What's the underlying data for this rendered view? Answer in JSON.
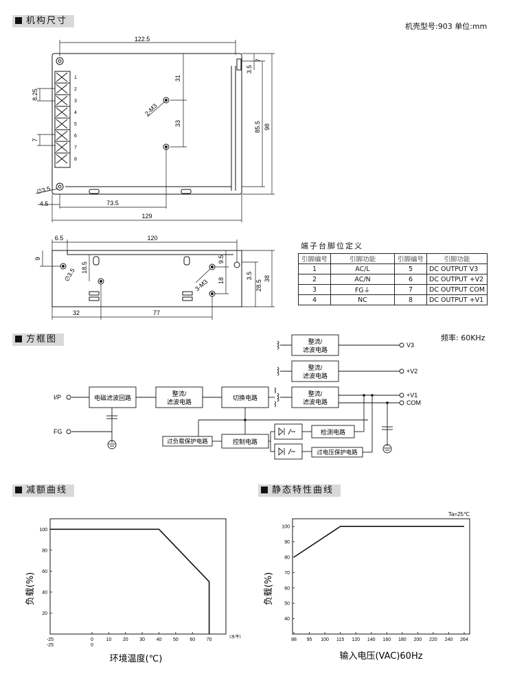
{
  "sections": {
    "mechanical": "机构尺寸",
    "block_diagram": "方框图",
    "derating": "减额曲线",
    "static": "静态特性曲线"
  },
  "model_info": "机壳型号:903 单位:mm",
  "frequency": "频率: 60KHz",
  "dimensions": {
    "top": {
      "d122_5": "122.5",
      "d31": "31",
      "d33": "33",
      "d2m3": "2-M3",
      "d85_5": "85.5",
      "d98": "98",
      "d7a": "7",
      "d3_5a": "3.5",
      "d8_25": "8.25",
      "d7b": "7",
      "d3_5b": "∅3.5",
      "d4_5": "4.5",
      "d73_5": "73.5",
      "d129": "129",
      "terms": [
        "1",
        "2",
        "3",
        "4",
        "5",
        "6",
        "7",
        "8"
      ]
    },
    "side": {
      "d6_5": "6.5",
      "d120": "120",
      "d9": "9",
      "d18_5": "18.5",
      "d3_5": "∅3.5",
      "d9_5": "9.5",
      "d18": "18",
      "d3m3": "3-M3",
      "d3_5r": "3.5",
      "d28_5": "28.5",
      "d38": "38",
      "d32": "32",
      "d77": "77"
    }
  },
  "pin_table": {
    "title": "端子台脚位定义",
    "headers": [
      "引脚编号",
      "引脚功能",
      "引脚编号",
      "引脚功能"
    ],
    "rows": [
      [
        "1",
        "AC/L",
        "5",
        "DC OUTPUT V3"
      ],
      [
        "2",
        "AC/N",
        "6",
        "DC OUTPUT +V2"
      ],
      [
        "3",
        "FG⏚",
        "7",
        "DC OUTPUT COM"
      ],
      [
        "4",
        "NC",
        "8",
        "DC OUTPUT +V1"
      ]
    ]
  },
  "block": {
    "ip": "I/P",
    "fg": "FG",
    "emi": "电磁滤波回路",
    "rect1": [
      "整流/",
      "滤波电路"
    ],
    "switch": "切换电路",
    "rect_v3": [
      "整流/",
      "滤波电路"
    ],
    "rect_v2": [
      "整流/",
      "滤波电路"
    ],
    "rect_v1": [
      "整流/",
      "滤波电路"
    ],
    "out_v3": "V3",
    "out_v2": "+V2",
    "out_v1": "+V1",
    "out_com": "COM",
    "overload": "过负载保护电路",
    "control": "控制电路",
    "detect": "检测电路",
    "ovp": "过电压保护电路"
  },
  "chart_data": [
    {
      "type": "line",
      "x": [
        -25,
        40,
        70,
        70
      ],
      "y": [
        100,
        100,
        50,
        0
      ],
      "xticks": [
        "-25",
        "0",
        "10",
        "20",
        "30",
        "40",
        "50",
        "60",
        "70"
      ],
      "xticks2": [
        "-25",
        "0"
      ],
      "yticks": [
        "20",
        "40",
        "60",
        "80",
        "100"
      ],
      "xlim": [
        -25,
        80
      ],
      "ylim": [
        0,
        110
      ],
      "xunit": "(水平)",
      "xlabel": "环境温度(℃)",
      "ylabel": "负载(%)"
    },
    {
      "type": "line",
      "x": [
        88,
        115,
        264
      ],
      "y": [
        80,
        100,
        100
      ],
      "xticks": [
        "88",
        "95",
        "100",
        "115",
        "120",
        "140",
        "160",
        "180",
        "200",
        "220",
        "240",
        "264"
      ],
      "yticks": [
        "40",
        "50",
        "60",
        "70",
        "80",
        "90",
        "100"
      ],
      "xlim": [
        88,
        264
      ],
      "ylim": [
        30,
        105
      ],
      "annotation": "Ta=25℃",
      "xlabel": "输入电压(VAC)60Hz",
      "ylabel": "负载(%)"
    }
  ]
}
